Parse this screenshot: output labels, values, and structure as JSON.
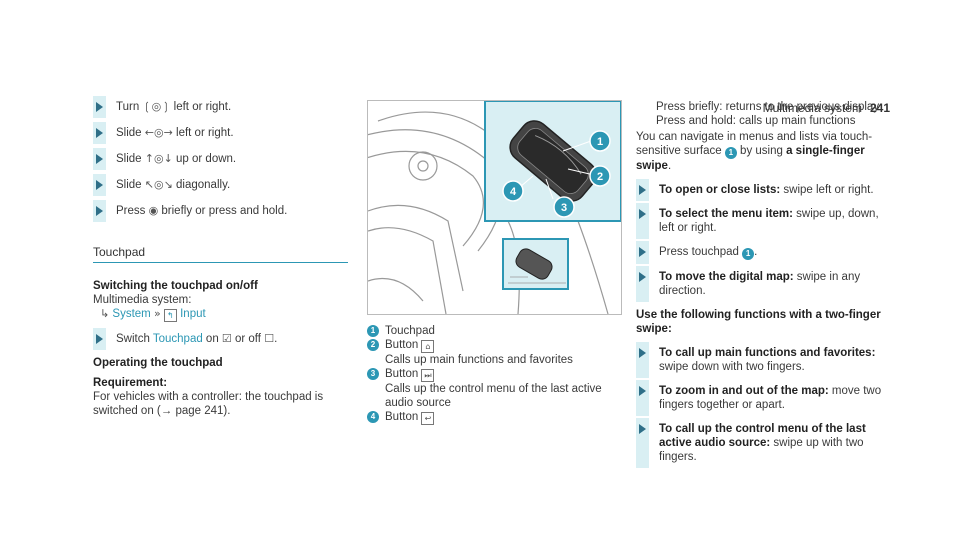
{
  "header": {
    "section": "Multimedia system",
    "page": "241"
  },
  "col1": {
    "steps": [
      {
        "pre": "Turn ",
        "icon": "❲◎❳",
        "post": " left or right."
      },
      {
        "pre": "Slide ",
        "icon": "←◎→",
        "post": " left or right."
      },
      {
        "pre": "Slide ",
        "icon": "↑◎↓",
        "post": " up or down."
      },
      {
        "pre": "Slide ",
        "icon": "↖◎↘",
        "post": " diagonally."
      },
      {
        "pre": "Press ",
        "icon": "◉",
        "post": " briefly or press and hold."
      }
    ],
    "section_title": "Touchpad",
    "switching_title": "Switching the touchpad on/off",
    "switching_path_prefix": "Multimedia system:",
    "path_system": "System",
    "path_input_icon": "↰",
    "path_input": "Input",
    "switch_step": {
      "pre": "Switch ",
      "link": "Touchpad",
      "mid": " on ",
      "on_icon": "☑",
      "mid2": " or off ",
      "off_icon": "☐",
      "post": "."
    },
    "operating_title": "Operating the touchpad",
    "requirement_label": "Requirement:",
    "requirement_text": "For vehicles with a controller: the touchpad is switched on (→ page 241)."
  },
  "legend": [
    {
      "num": "1",
      "label": "Touchpad",
      "desc": ""
    },
    {
      "num": "2",
      "label": "Button",
      "icon": "⌂",
      "desc": "Calls up main functions and favorites"
    },
    {
      "num": "3",
      "label": "Button",
      "icon": "⏭",
      "desc": "Calls up the control menu of the last active audio source"
    },
    {
      "num": "4",
      "label": "Button",
      "icon": "↩",
      "desc": ""
    }
  ],
  "col3": {
    "press_brief": "Press briefly: returns to the previous display",
    "press_hold": "Press and hold: calls up main functions",
    "nav_pre": "You can navigate in menus and lists via touch-sensitive surface ",
    "nav_num": "1",
    "nav_mid": " by using ",
    "nav_bold": "a single-finger swipe",
    "nav_post": ".",
    "steps1": [
      {
        "bold": "To open or close lists:",
        "text": " swipe left or right."
      },
      {
        "bold": "To select the menu item:",
        "text": " swipe up, down, left or right."
      },
      {
        "bold": "",
        "text": "Press touchpad ",
        "num": "1",
        "post": "."
      },
      {
        "bold": "To move the digital map:",
        "text": " swipe in any direction."
      }
    ],
    "twofinger_title": "Use the following functions with a two-finger swipe:",
    "steps2": [
      {
        "bold": "To call up main functions and favorites:",
        "text": " swipe down with two fingers."
      },
      {
        "bold": "To zoom in and out of the map:",
        "text": " move two fingers together or apart."
      },
      {
        "bold": "To call up the control menu of the last active audio source:",
        "text": " swipe up with two fingers."
      }
    ]
  },
  "figure": {
    "callouts": [
      "1",
      "2",
      "3",
      "4"
    ]
  }
}
